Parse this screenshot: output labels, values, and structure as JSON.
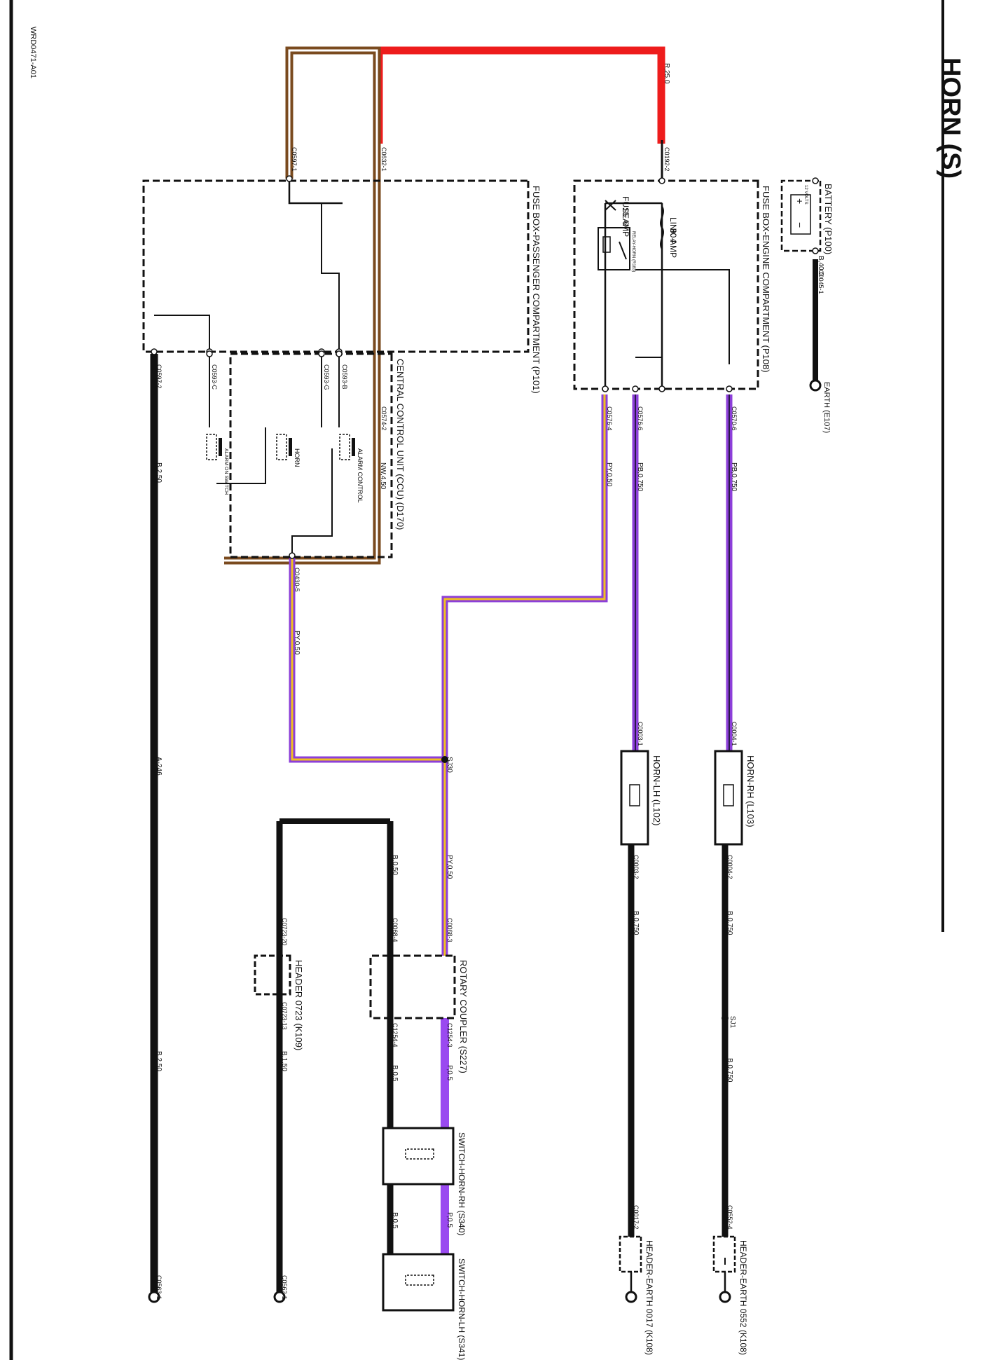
{
  "diagram": {
    "title": "HORN (S)",
    "code": "WRD0471-A01",
    "components": {
      "battery": {
        "name": "BATTERY (P100)",
        "volts": "12 VOLTS"
      },
      "earth_e107": "EARTH (E107)",
      "fuse_box_engine": "FUSE BOX-ENGINE COMPARTMENT (P108)",
      "fuse6": {
        "name": "FUSE 6",
        "rating": "15 AMP"
      },
      "link4": {
        "name": "LINK 4",
        "rating": "80 AMP"
      },
      "relay_horn": "RELAY-HORN (R183)",
      "fuse_box_passenger": "FUSE BOX-PASSENGER COMPARTMENT (P101)",
      "ccu": "CENTRAL CONTROL UNIT (CCU) (D170)",
      "alarm_control": "ALARM CONTROL",
      "horn_int": "HORN",
      "alarm_on_switch": "ALARM ON SWITCH",
      "horn_rh": "HORN-RH (L103)",
      "horn_lh": "HORN-LH (L102)",
      "header_earth_0552": "HEADER-EARTH 0552 (K108)",
      "header_earth_0017": "HEADER-EARTH 0017 (K108)",
      "rotary_coupler": "ROTARY COUPLER (S227)",
      "header_0723": "HEADER 0723 (K109)",
      "switch_horn_rh": "SWITCH-HORN-RH (S340)",
      "switch_horn_lh": "SWITCH-HORN-LH (S341)"
    },
    "wires": {
      "red": "R,25.0",
      "battery_earth": "B,40.0",
      "brown": "NW,4.50",
      "py1": "PY,0.50",
      "py2": "PY,0.50",
      "py3": "PY,0.50",
      "pb_lh": "PB,0.750",
      "pb_rh": "PB,0.750",
      "b_lh": "B,0.750",
      "b_rh1": "B,0.750",
      "b_rh2": "B,0.750",
      "b_main1": "B,2.50",
      "a246": "A-246",
      "b_main2": "B,2.50",
      "b_rot1": "B,0.50",
      "b_rot2": "B,0.5",
      "b_rot3": "B,0.5",
      "p_rot1": "P,0.5",
      "p_rot2": "P,0.5",
      "b_hdr": "B,1.50"
    },
    "splices": {
      "sj1": "SJ1",
      "sj30": "SJ30"
    },
    "connectors": {
      "c0192_2": "C0192-2",
      "c0045_1": "C0045-1",
      "c0632_1": "C0632-1",
      "c0597_1": "C0597-1",
      "c0574_2": "C0574-2",
      "c0576_4": "C0576-4",
      "c0576_6": "C0576-6",
      "c0570_6": "C0570-6",
      "c0597_2": "C0597-2",
      "c0593_c": "C0593-C",
      "c0593_g": "C0593-G",
      "c0593_b": "C0593-B",
      "c0430_5": "C0430-5",
      "c0004_1": "C0004-1",
      "c0003_1": "C0003-1",
      "c0004_2": "C0004-2",
      "c0003_2": "C0003-2",
      "c0068_3": "C0068-3",
      "c0068_4": "C0068-4",
      "c0723_20": "C0723-20",
      "c1254_3": "C1254-3",
      "c1254_4": "C1254-4",
      "c0723_13": "C0723-13",
      "c0552_4": "C0552-4",
      "c0017_2": "C0017-2",
      "c0563_1": "C0563-1",
      "c0562_1": "C0562-1"
    },
    "colors": {
      "red": "#ee1c1c",
      "brown": "#7a4a1e",
      "purple": "#8c3fd9",
      "yellow": "#f0c020",
      "black": "#111111"
    }
  }
}
